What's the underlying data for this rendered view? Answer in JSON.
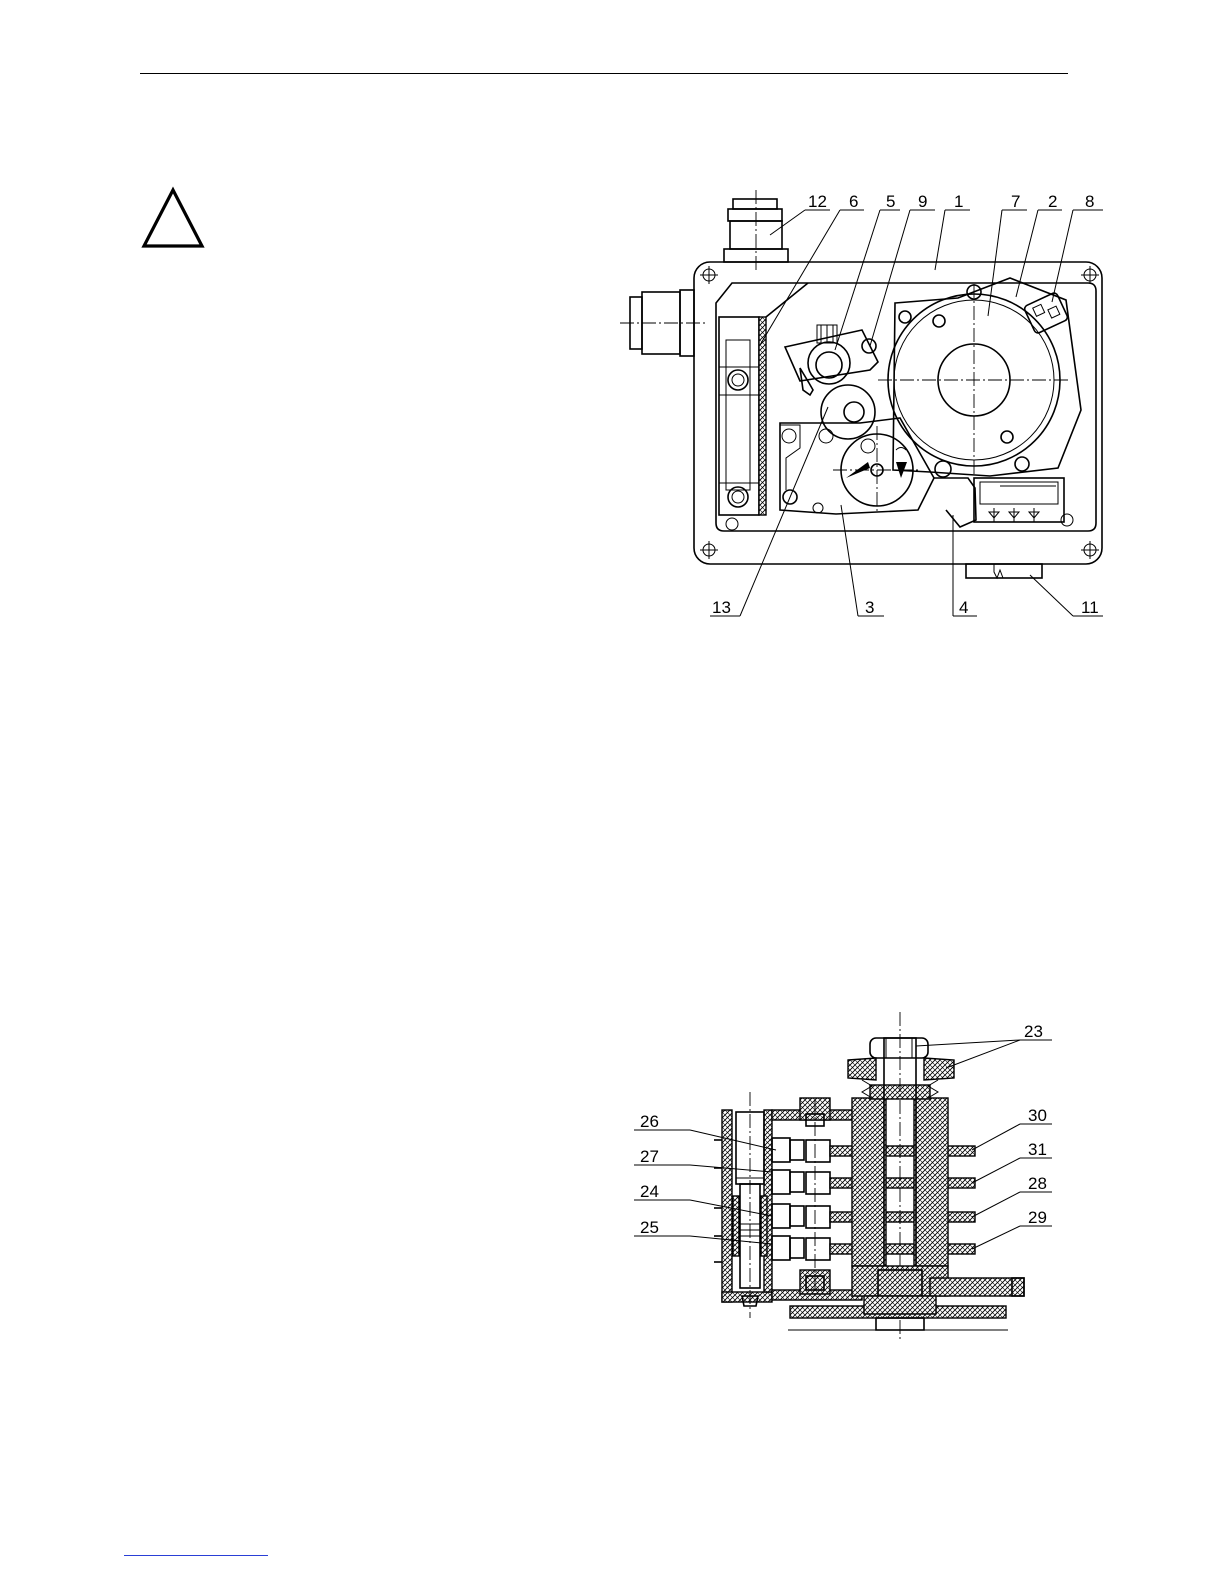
{
  "warning": {
    "icon": "warning-triangle-icon"
  },
  "figure_top": {
    "callouts": [
      {
        "label": "12"
      },
      {
        "label": "6"
      },
      {
        "label": "5"
      },
      {
        "label": "9"
      },
      {
        "label": "1"
      },
      {
        "label": "7"
      },
      {
        "label": "2"
      },
      {
        "label": "8"
      },
      {
        "label": "13"
      },
      {
        "label": "3"
      },
      {
        "label": "4"
      },
      {
        "label": "11"
      }
    ]
  },
  "figure_bottom": {
    "callouts": [
      {
        "label": "23"
      },
      {
        "label": "26"
      },
      {
        "label": "27"
      },
      {
        "label": "24"
      },
      {
        "label": "25"
      },
      {
        "label": "30"
      },
      {
        "label": "31"
      },
      {
        "label": "28"
      },
      {
        "label": "29"
      }
    ]
  }
}
